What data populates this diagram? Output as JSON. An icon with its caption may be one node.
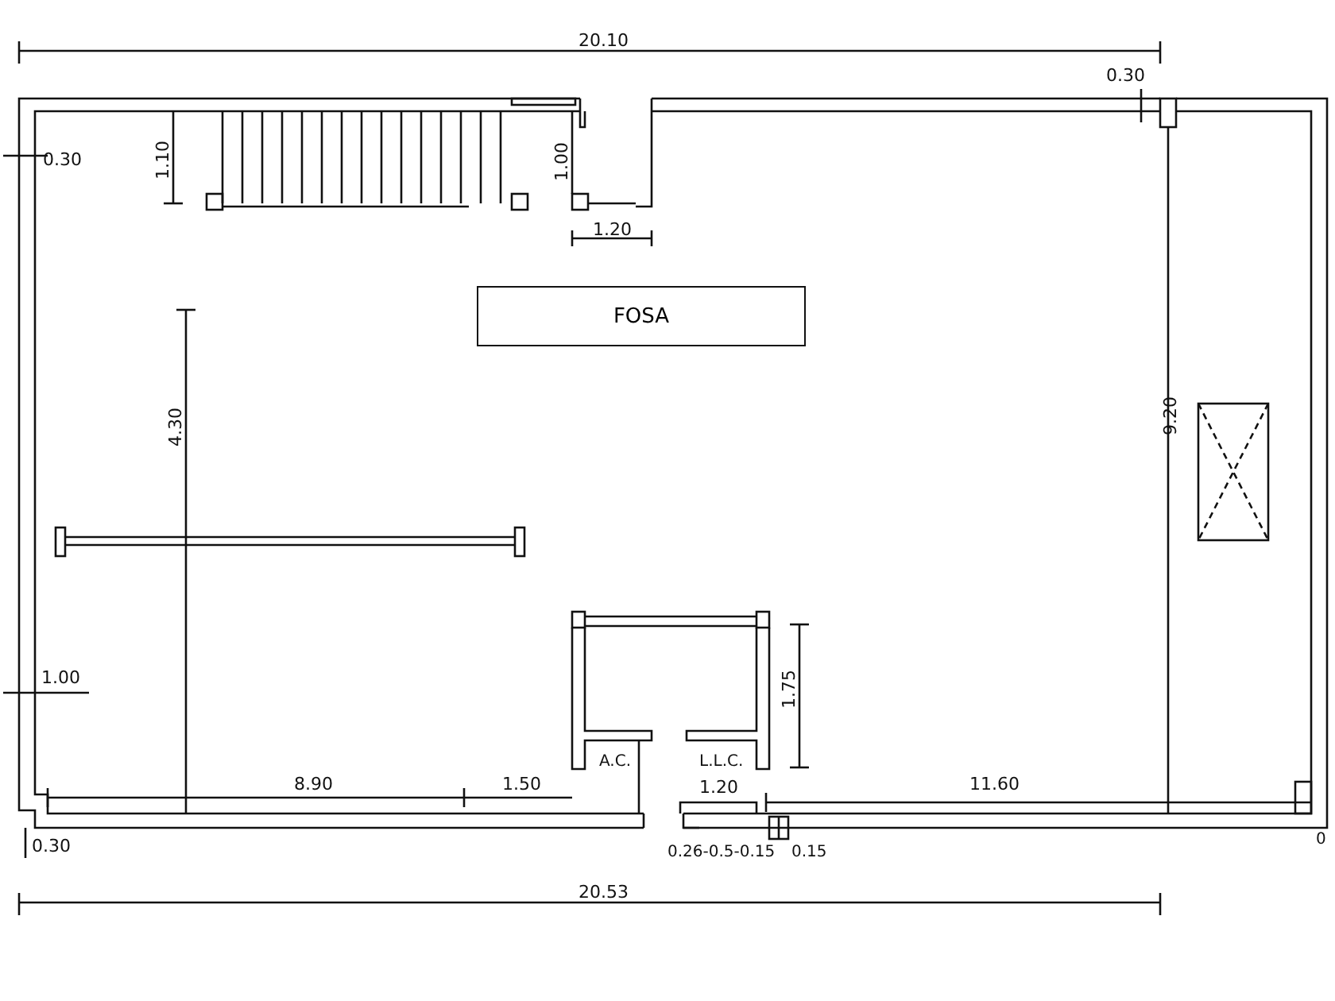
{
  "diagram": {
    "nodes": [
      {
        "text": [
          "FOSA"
        ]
      }
    ],
    "labels": [
      "20.10",
      "0.30",
      "0.30",
      "1.10",
      "1.00",
      "1.20",
      "4.30",
      "9.20",
      "1.75",
      "1.00",
      "A.C.",
      "L.L.C.",
      "8.90",
      "1.50",
      "1.20",
      "11.60",
      "0",
      "0.30",
      "0.26-0.5-0.15",
      "0.15",
      "20.53"
    ]
  }
}
